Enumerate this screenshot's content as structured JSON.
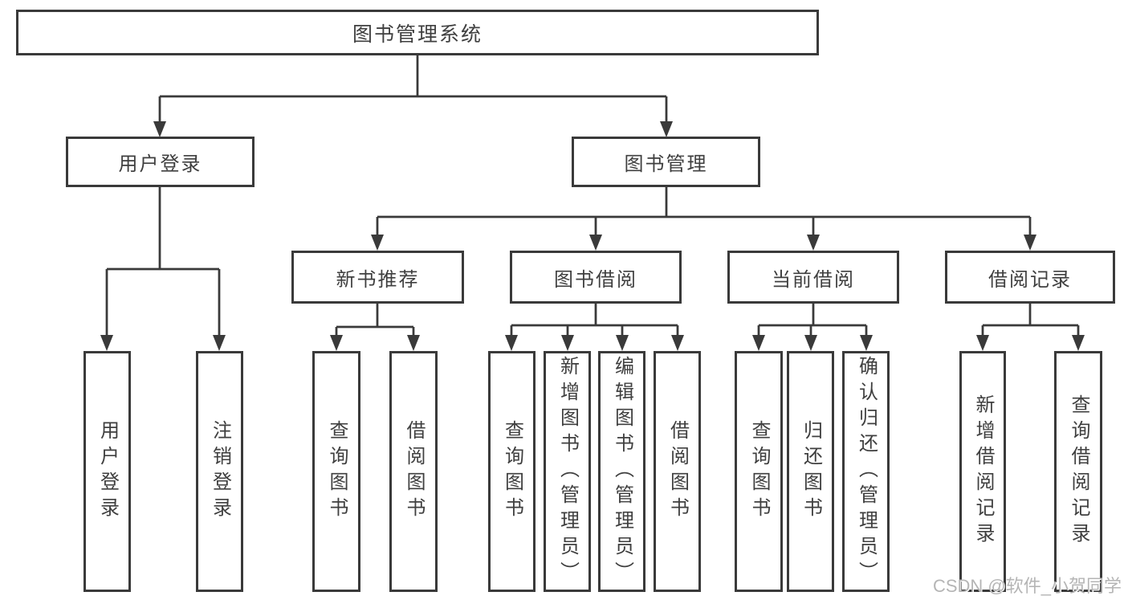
{
  "diagram": {
    "root": {
      "label": "图书管理系统"
    },
    "branches": [
      {
        "label": "用户登录",
        "children": [
          "用户登录",
          "注销登录"
        ]
      },
      {
        "label": "图书管理"
      }
    ],
    "modules": [
      {
        "label": "新书推荐",
        "children": [
          "查询图书",
          "借阅图书"
        ]
      },
      {
        "label": "图书借阅",
        "children": [
          "查询图书",
          "新增图书（管理员）",
          "编辑图书（管理员）",
          "借阅图书"
        ]
      },
      {
        "label": "当前借阅",
        "children": [
          "查询图书",
          "归还图书",
          "确认归还（管理员）"
        ]
      },
      {
        "label": "借阅记录",
        "children": [
          "新增借阅记录",
          "查询借阅记录"
        ]
      }
    ],
    "watermark": "CSDN @软件_小贺同学",
    "colors": {
      "line": "#3a3a3a",
      "text": "#3f3f3f",
      "background": "#ffffff",
      "watermark": "#b5b5b5"
    }
  }
}
